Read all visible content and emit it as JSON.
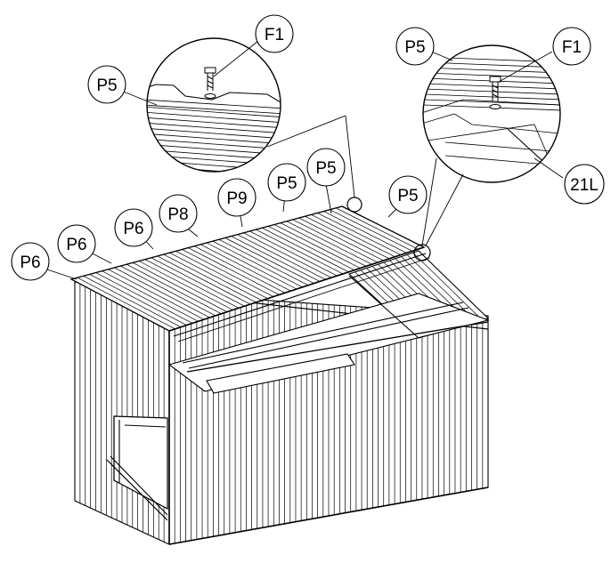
{
  "labels": {
    "p6_a": "P6",
    "p6_b": "P6",
    "p6_c": "P6",
    "p8": "P8",
    "p9": "P9",
    "p5_a": "P5",
    "p5_b": "P5",
    "p5_c": "P5",
    "p5_left_detail": "P5",
    "f1_left_detail": "F1",
    "p5_right_detail": "P5",
    "f1_right_detail": "F1",
    "21l": "21L"
  }
}
